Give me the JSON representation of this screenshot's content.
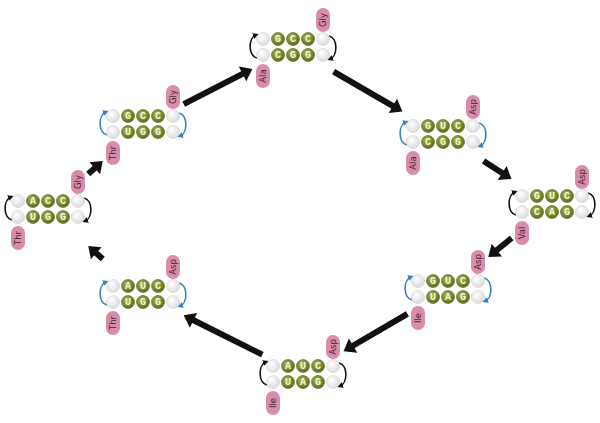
{
  "diagram": {
    "nodes": [
      {
        "text": [
          "ACC",
          "Gly",
          "UGG",
          "Thr"
        ]
      },
      {
        "text": [
          "GCC",
          "Gly",
          "UGG",
          "Thr"
        ]
      },
      {
        "text": [
          "GCC",
          "Gly",
          "CGG",
          "Ala"
        ]
      },
      {
        "text": [
          "GUC",
          "Asp",
          "CGG",
          "Ala"
        ]
      },
      {
        "text": [
          "GUC",
          "Asp",
          "CAG",
          "Val"
        ]
      },
      {
        "text": [
          "GUC",
          "Asp",
          "UAG",
          "Ile"
        ]
      },
      {
        "text": [
          "AUC",
          "Asp",
          "UAG",
          "Ile"
        ]
      },
      {
        "text": [
          "AUC",
          "Asp",
          "UGG",
          "Thr"
        ]
      }
    ],
    "edges": [
      {
        "from": 0,
        "to": 1,
        "arrow": "to"
      },
      {
        "from": 1,
        "to": 2,
        "arrow": "to"
      },
      {
        "from": 2,
        "to": 3,
        "arrow": "to"
      },
      {
        "from": 3,
        "to": 4,
        "arrow": "to"
      },
      {
        "from": 4,
        "to": 5,
        "arrow": "to"
      },
      {
        "from": 5,
        "to": 6,
        "arrow": "to"
      },
      {
        "from": 6,
        "to": 7,
        "arrow": "to"
      },
      {
        "from": 7,
        "to": 0,
        "arrow": "to"
      }
    ]
  }
}
